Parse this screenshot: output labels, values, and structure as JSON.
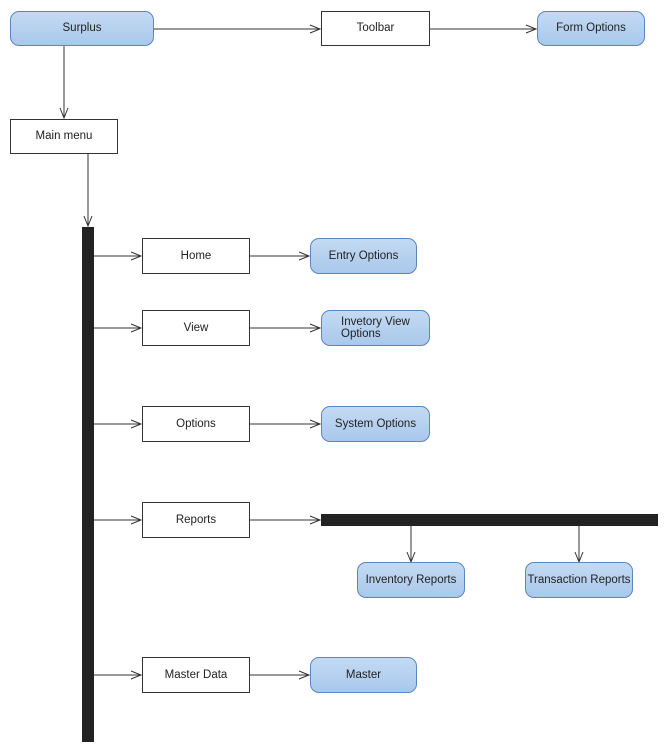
{
  "nodes": {
    "surplus": "Surplus",
    "toolbar": "Toolbar",
    "form_options": "Form Options",
    "main_menu": "Main menu",
    "home": "Home",
    "entry_options": "Entry Options",
    "view": "View",
    "inventory_view_options": "Invetory View Options",
    "options": "Options",
    "system_options": "System Options",
    "reports": "Reports",
    "inventory_reports": "Inventory Reports",
    "transaction_reports": "Transaction Reports",
    "master_data": "Master Data",
    "master": "Master"
  },
  "colors": {
    "action_fill": "#b6d0ee",
    "action_border": "#5b86bf",
    "line": "#333333",
    "bar": "#222222"
  }
}
